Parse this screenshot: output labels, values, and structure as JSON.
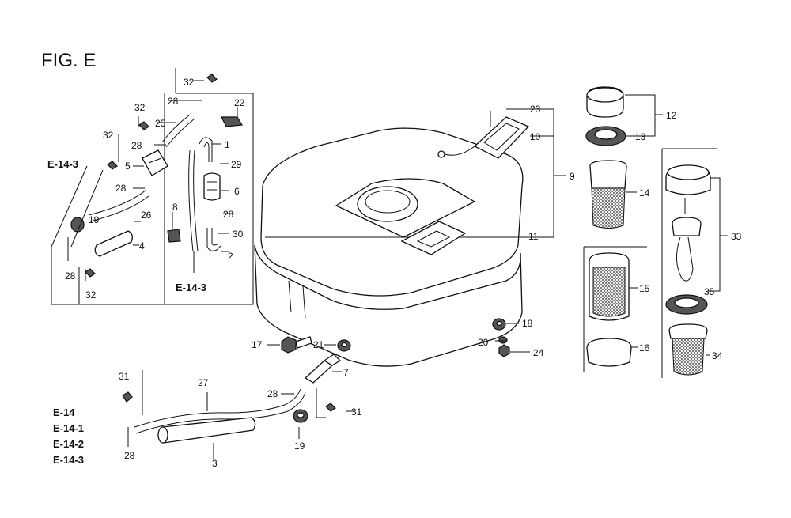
{
  "figure_title": "FIG. E",
  "cross_refs": {
    "top_left_upper": "E-14-3",
    "top_left_lower": "E-14-3",
    "bottom_left": [
      "E-14",
      "E-14-1",
      "E-14-2",
      "E-14-3"
    ]
  },
  "callouts": {
    "p1": "1",
    "p2": "2",
    "p3": "3",
    "p4": "4",
    "p5": "5",
    "p6": "6",
    "p7": "7",
    "p8": "8",
    "p9": "9",
    "p10": "10",
    "p11": "11",
    "p12": "12",
    "p13": "13",
    "p14": "14",
    "p15": "15",
    "p16": "16",
    "p17": "17",
    "p18": "18",
    "p19a": "19",
    "p19b": "19",
    "p20": "20",
    "p21": "21",
    "p22": "22",
    "p23": "23",
    "p24": "24",
    "p25": "25",
    "p26": "26",
    "p27": "27",
    "p28a": "28",
    "p28b": "28",
    "p28c": "28",
    "p28d": "28",
    "p28e": "28",
    "p28f": "28",
    "p28g": "28",
    "p29": "29",
    "p30": "30",
    "p31a": "31",
    "p31b": "31",
    "p32a": "32",
    "p32b": "32",
    "p32c": "32",
    "p32d": "32",
    "p33": "33",
    "p34": "34",
    "p35": "35"
  },
  "colors": {
    "ink": "#111111",
    "background": "#ffffff"
  }
}
